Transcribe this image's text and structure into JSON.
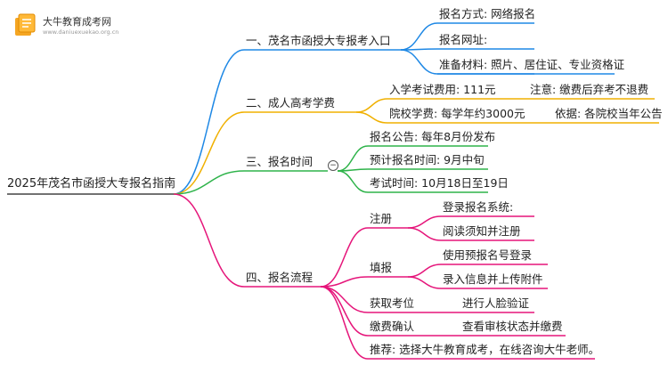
{
  "logo": {
    "title": "大牛教育成考网",
    "url": "www.daniuexuekao.org.cn",
    "icon": "book-icon",
    "accent": "#f5a623"
  },
  "root": "2025年茂名市函授大专报名指南",
  "branches": [
    {
      "label": "一、茂名市函授大专报考入口",
      "color": "#1e88e5",
      "items": [
        "报名方式: 网络报名",
        "报名网址:",
        "准备材料: 照片、居住证、专业资格证"
      ]
    },
    {
      "label": "二、成人高考学费",
      "color": "#f0b000",
      "items": [
        {
          "text": "入学考试费用: 111元",
          "note": "注意: 缴费后弃考不退费"
        },
        {
          "text": "院校学费: 每学年约3000元",
          "note": "依据: 各院校当年公告"
        }
      ]
    },
    {
      "label": "三、报名时间",
      "color": "#2eb34a",
      "items": [
        "报名公告: 每年8月份发布",
        "预计报名时间: 9月中旬",
        "考试时间: 10月18日至19日"
      ]
    },
    {
      "label": "四、报名流程",
      "color": "#e5157a",
      "steps": [
        {
          "label": "注册",
          "subs": [
            "登录报名系统:",
            "阅读须知并注册"
          ]
        },
        {
          "label": "填报",
          "subs": [
            "使用预报名号登录",
            "录入信息并上传附件"
          ]
        },
        {
          "label": "获取考位",
          "subs": [
            "进行人脸验证"
          ]
        },
        {
          "label": "缴费确认",
          "subs": [
            "查看审核状态并缴费"
          ]
        }
      ],
      "recommend": "推荐: 选择大牛教育成考，在线咨询大牛老师。"
    }
  ],
  "collapse_symbol": "−"
}
